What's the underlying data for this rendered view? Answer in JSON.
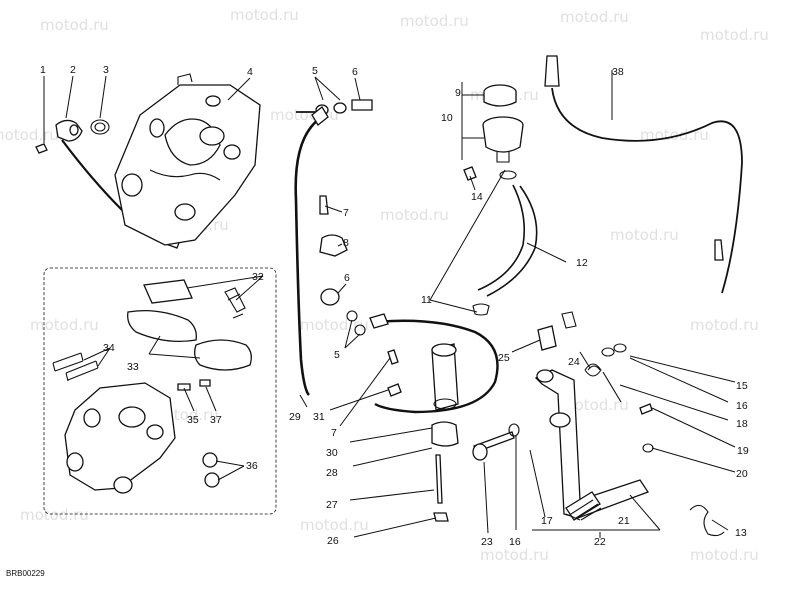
{
  "watermark": "motod.ru",
  "drawing_code": "BRB00229",
  "callouts": {
    "n1": "1",
    "n2": "2",
    "n3": "3",
    "n4": "4",
    "n5a": "5",
    "n5b": "5",
    "n6a": "6",
    "n6b": "6",
    "n7a": "7",
    "n7b": "7",
    "n8": "8",
    "n9": "9",
    "n10": "10",
    "n11": "11",
    "n12": "12",
    "n13": "13",
    "n14": "14",
    "n15": "15",
    "n16a": "16",
    "n16b": "16",
    "n17": "17",
    "n18": "18",
    "n19": "19",
    "n20": "20",
    "n21": "21",
    "n22": "22",
    "n23": "23",
    "n24": "24",
    "n25": "25",
    "n26": "26",
    "n27": "27",
    "n28": "28",
    "n29": "29",
    "n30": "30",
    "n31": "31",
    "n32": "32",
    "n33": "33",
    "n34": "34",
    "n35": "35",
    "n36": "36",
    "n37": "37",
    "n38": "38"
  },
  "colors": {
    "line": "#111111",
    "watermark": "#c8c8c8",
    "background": "#ffffff"
  }
}
